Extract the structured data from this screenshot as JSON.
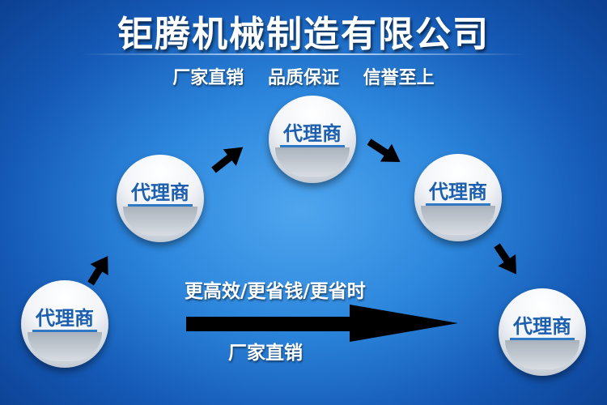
{
  "company_title": "钜腾机械制造有限公司",
  "slogans": [
    "厂家直销",
    "品质保证",
    "信誉至上"
  ],
  "nodes": [
    {
      "label": "代理商"
    },
    {
      "label": "代理商"
    },
    {
      "label": "代理商"
    },
    {
      "label": "代理商"
    },
    {
      "label": "代理商"
    }
  ],
  "benefit_caption": "更高效/更省钱/更省时",
  "direct_caption": "厂家直销",
  "colors": {
    "background": "#2c86dc",
    "node_text": "#1c5fae",
    "arrow": "#000000"
  }
}
